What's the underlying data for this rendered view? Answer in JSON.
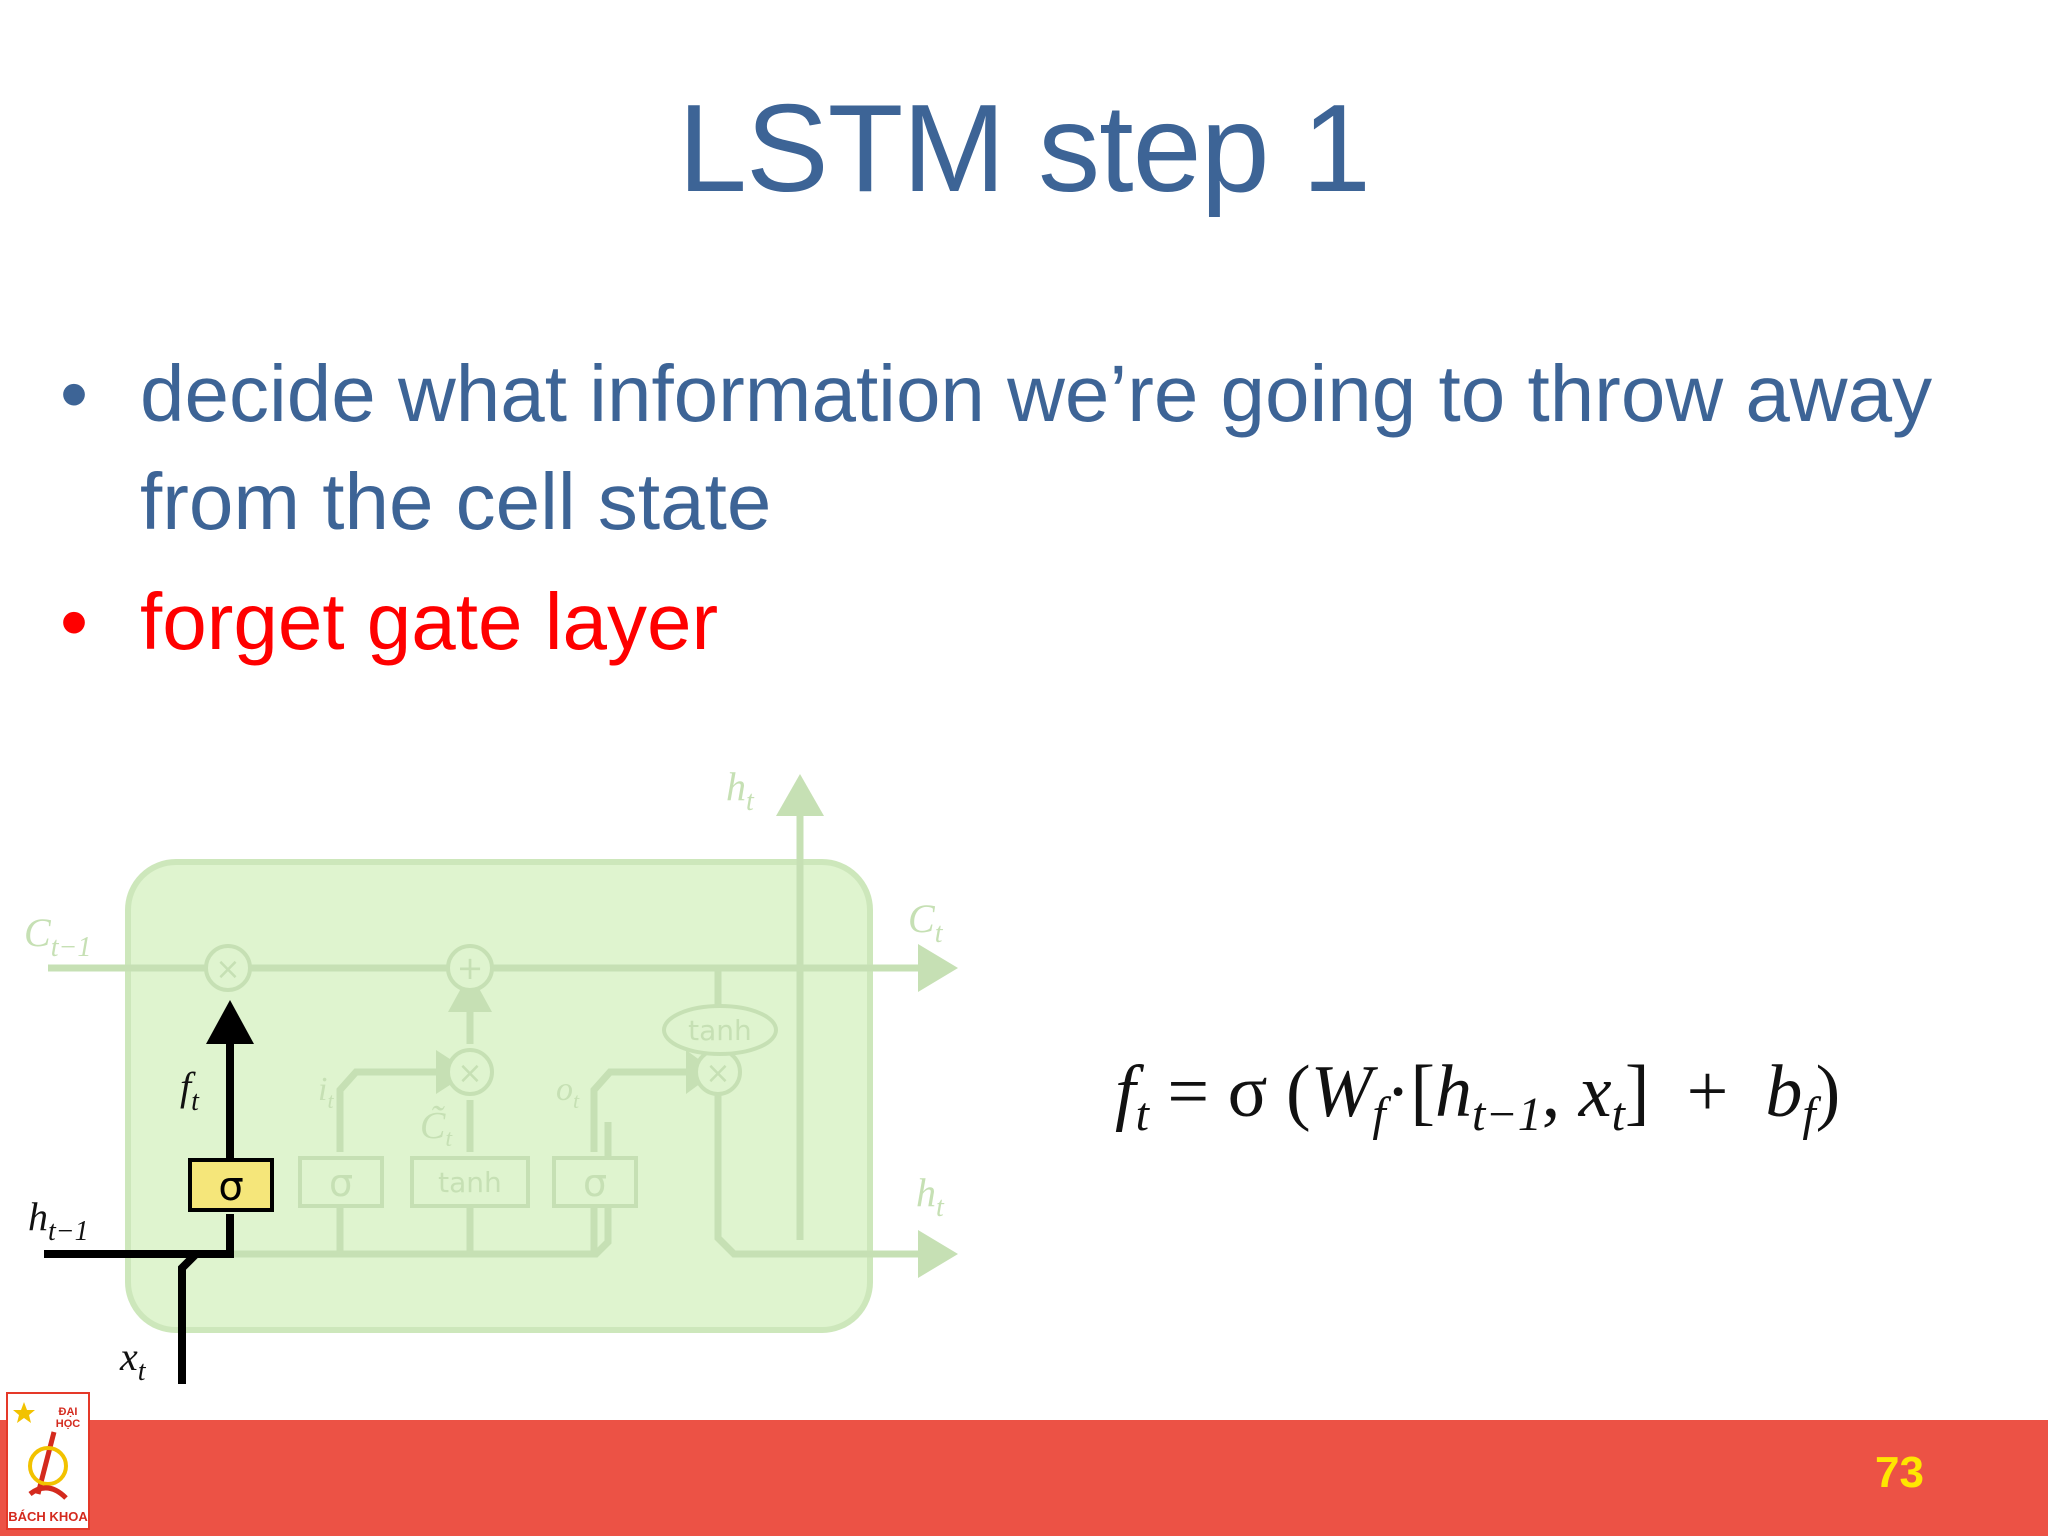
{
  "title": "LSTM step 1",
  "bullets": [
    "decide what information we’re going to throw away from the cell state",
    "forget gate layer"
  ],
  "diagram": {
    "c_prev": "C",
    "c_prev_sub": "t−1",
    "c_out": "C",
    "c_out_sub": "t",
    "h_top": "h",
    "h_top_sub": "t",
    "h_right": "h",
    "h_right_sub": "t",
    "h_prev": "h",
    "h_prev_sub": "t−1",
    "x_in": "x",
    "x_in_sub": "t",
    "f_label": "f",
    "f_sub": "t",
    "i_label": "i",
    "i_sub": "t",
    "o_label": "o",
    "o_sub": "t",
    "c_tilde": "C̃",
    "c_tilde_sub": "t",
    "sigma": "σ",
    "tanh": "tanh",
    "times": "×",
    "plus": "+"
  },
  "formula": {
    "lhs": "f",
    "lhs_sub": "t",
    "eq_sigma": "= σ (",
    "w": "W",
    "w_sub": "f",
    "dot_bracket": "·[",
    "h": "h",
    "h_sub": "t−1",
    "comma": ", ",
    "x": "x",
    "x_sub": "t",
    "close_plus": "]  +  ",
    "b": "b",
    "b_sub": "f",
    "close": ")"
  },
  "logo": {
    "top_text": "ĐẠI HỌC",
    "bottom_text": "BÁCH KHOA"
  },
  "page_number": "73",
  "colors": {
    "title_blue": "#3d6496",
    "highlight_red": "#ff0000",
    "footer_red": "#ec5245",
    "page_number_yellow": "#ffe600",
    "cell_green": "#dff4cf",
    "faded_line": "#c6e0b4",
    "sigma_yellow": "#f5e67a"
  }
}
